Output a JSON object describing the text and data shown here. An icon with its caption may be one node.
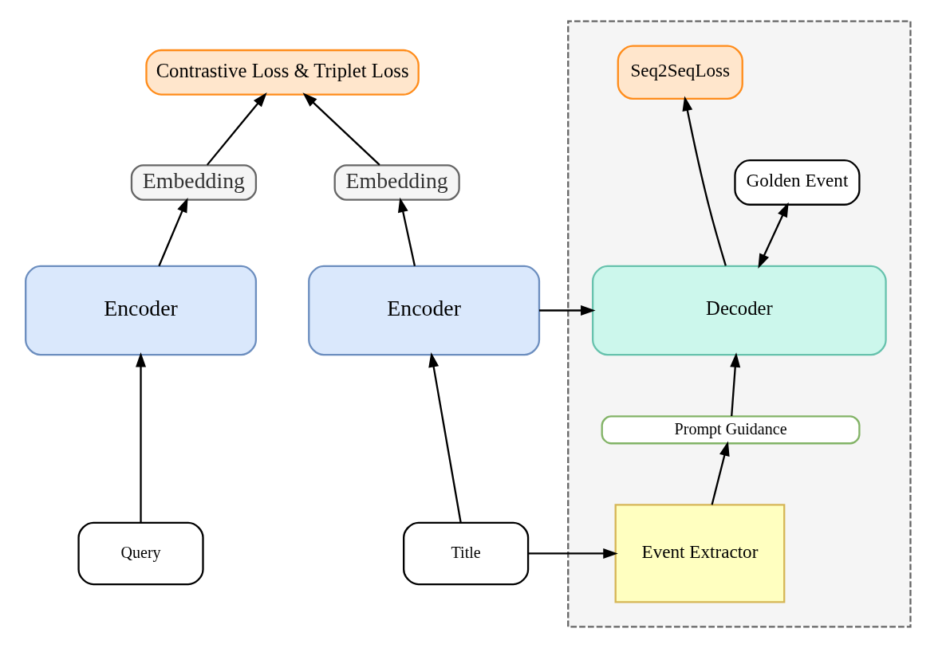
{
  "diagram": {
    "nodes": [
      {
        "text": [
          "Contrastive Loss & Triplet Loss"
        ]
      },
      {
        "text": [
          "Embedding"
        ]
      },
      {
        "text": [
          "Embedding"
        ]
      },
      {
        "text": [
          "Encoder"
        ]
      },
      {
        "text": [
          "Encoder"
        ]
      },
      {
        "text": [
          "Query"
        ]
      },
      {
        "text": [
          "Title"
        ]
      },
      {
        "text": [],
        "shape": "box"
      },
      {
        "text": [
          "Seq2SeqLoss"
        ],
        "in": 7
      },
      {
        "text": [
          "Golden Event"
        ],
        "in": 7
      },
      {
        "text": [
          "Decoder"
        ],
        "in": 7
      },
      {
        "text": [
          "Prompt Guidance"
        ],
        "in": 7
      },
      {
        "text": [
          "Event Extractor"
        ],
        "in": 7
      }
    ],
    "edges": [
      {
        "from": 1,
        "to": 0,
        "arrow": "to"
      },
      {
        "from": 2,
        "to": 0,
        "arrow": "to"
      },
      {
        "from": 3,
        "to": 1,
        "arrow": "to"
      },
      {
        "from": 4,
        "to": 2,
        "arrow": "to"
      },
      {
        "from": 5,
        "to": 3,
        "arrow": "to"
      },
      {
        "from": 6,
        "to": 4,
        "arrow": "to"
      },
      {
        "from": 4,
        "to": 10,
        "arrow": "to"
      },
      {
        "from": 6,
        "to": 12,
        "arrow": "to"
      },
      {
        "from": 12,
        "to": 11,
        "arrow": "to"
      },
      {
        "from": 11,
        "to": 10,
        "arrow": "to"
      },
      {
        "from": 10,
        "to": 9,
        "arrow": "both"
      },
      {
        "from": 10,
        "to": 8,
        "arrow": "to"
      }
    ]
  }
}
